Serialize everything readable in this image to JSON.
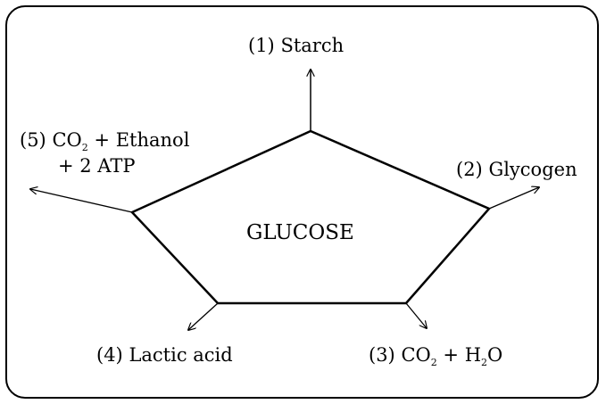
{
  "center_label": "GLUCOSE",
  "products": [
    {
      "number": "(1)",
      "text": "Starch"
    },
    {
      "number": "(2)",
      "text": "Glycogen"
    },
    {
      "number": "(3)",
      "co2": "CO",
      "two": "2",
      "plus": "+",
      "h": "H",
      "two_b": "2",
      "o": "O"
    },
    {
      "number": "(4)",
      "text": "Lactic acid"
    },
    {
      "number": "(5)",
      "co2": "CO",
      "two": "2",
      "plus": "+",
      "ethanol": "Ethanol",
      "line2": "+ 2 ATP"
    }
  ]
}
